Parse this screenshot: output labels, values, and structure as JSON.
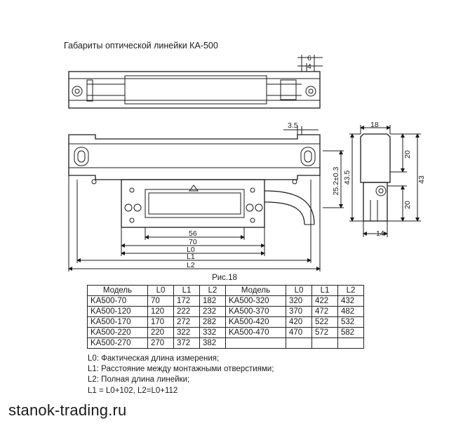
{
  "title": "Габариты оптической линейки КА-500",
  "figure_caption": "Рис.18",
  "dimensions": {
    "d6": "6",
    "d4": "4",
    "d3_5": "3.5",
    "d18": "18",
    "d20_top": "20",
    "d20_bottom": "20",
    "d43_5": "43.5",
    "d43": "43",
    "d25_2": "25.2±0.3",
    "d14": "14",
    "d56": "56",
    "d70": "70",
    "l0": "L0",
    "l1": "L1",
    "l2": "L2"
  },
  "table": {
    "headers": [
      "Модель",
      "L0",
      "L1",
      "L2",
      "Модель",
      "L0",
      "L1",
      "L2"
    ],
    "rows": [
      [
        "KA500-70",
        "70",
        "172",
        "182",
        "KA500-320",
        "320",
        "422",
        "432"
      ],
      [
        "KA500-120",
        "120",
        "222",
        "232",
        "KA500-370",
        "370",
        "472",
        "482"
      ],
      [
        "KA500-170",
        "170",
        "272",
        "282",
        "KA500-420",
        "420",
        "522",
        "532"
      ],
      [
        "KA500-220",
        "220",
        "322",
        "332",
        "KA500-470",
        "470",
        "572",
        "582"
      ],
      [
        "KA500-270",
        "270",
        "372",
        "382",
        "",
        "",
        "",
        ""
      ]
    ]
  },
  "legend": [
    "L0: Фактическая длина измерения;",
    "L1: Расстояние между монтажными отверстиями;",
    "L2: Полная длина линейки;",
    "L1 = L0+102, L2=L0+112"
  ],
  "watermark": "stanok-trading.ru"
}
